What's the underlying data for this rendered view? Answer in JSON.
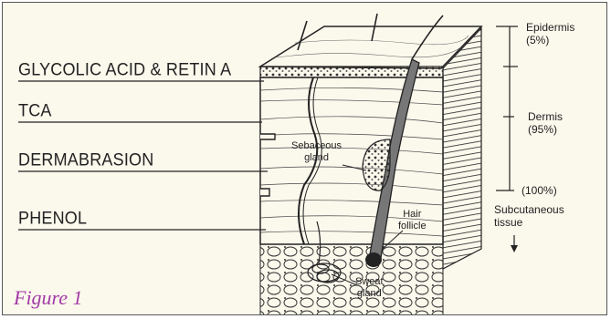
{
  "treatments": [
    {
      "label": "GLYCOLIC ACID & RETIN A"
    },
    {
      "label": "TCA"
    },
    {
      "label": "DERMABRASION"
    },
    {
      "label": "PHENOL"
    }
  ],
  "layers": {
    "epidermis": {
      "name": "Epidermis",
      "percent": "(5%)"
    },
    "dermis": {
      "name": "Dermis",
      "percent": "(95%)"
    },
    "total": {
      "percent": "(100%)"
    },
    "subcutaneous": {
      "line1": "Subcutaneous",
      "line2": "tissue"
    }
  },
  "structures": {
    "sebaceous_gland": {
      "line1": "Sebaceous",
      "line2": "gland"
    },
    "hair_follicle": {
      "line1": "Hair",
      "line2": "follicle"
    },
    "sweat_gland": {
      "line1": "Sweat",
      "line2": "gland"
    }
  },
  "figure_label": "Figure 1",
  "colors": {
    "background": "#fbf8ec",
    "ink": "#222222",
    "figure_label": "#a23aa6"
  }
}
